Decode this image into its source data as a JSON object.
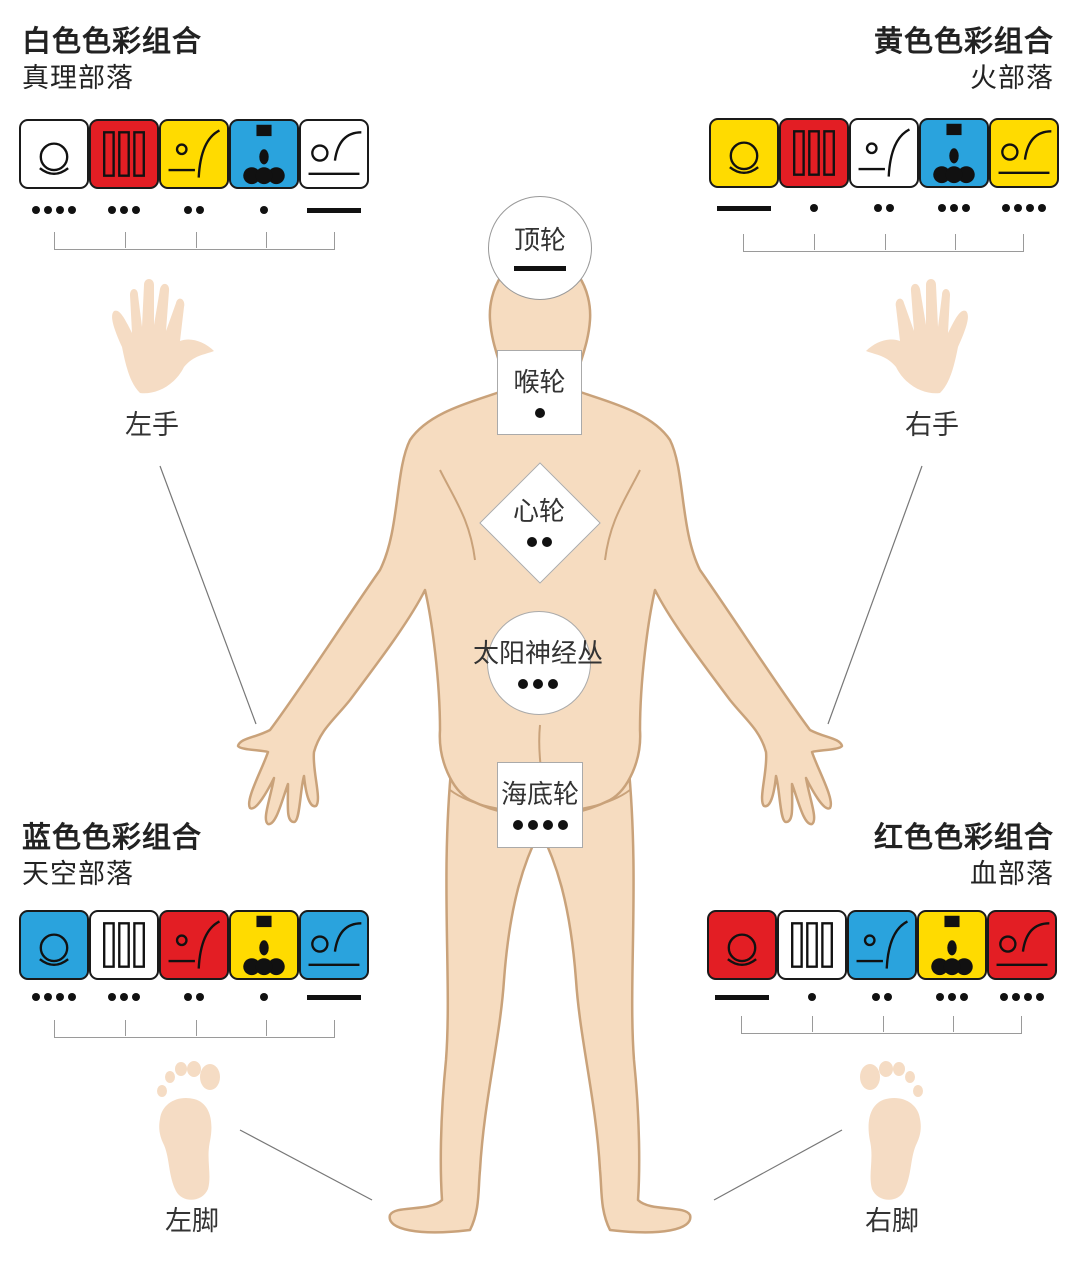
{
  "groups": {
    "white": {
      "title": "白色色彩组合",
      "subtitle": "真理部落",
      "marks": [
        4,
        3,
        2,
        1,
        5
      ],
      "colors": [
        "#ffffff",
        "#e31e24",
        "#ffdb00",
        "#2aa3dd",
        "#ffffff"
      ]
    },
    "yellow": {
      "title": "黄色色彩组合",
      "subtitle": "火部落",
      "marks": [
        5,
        1,
        2,
        3,
        4
      ],
      "colors": [
        "#ffdb00",
        "#e31e24",
        "#ffffff",
        "#2aa3dd",
        "#ffdb00"
      ]
    },
    "blue": {
      "title": "蓝色色彩组合",
      "subtitle": "天空部落",
      "marks": [
        4,
        3,
        2,
        1,
        5
      ],
      "colors": [
        "#2aa3dd",
        "#ffffff",
        "#e31e24",
        "#ffdb00",
        "#2aa3dd"
      ]
    },
    "red": {
      "title": "红色色彩组合",
      "subtitle": "血部落",
      "marks": [
        5,
        1,
        2,
        3,
        4
      ],
      "colors": [
        "#e31e24",
        "#ffffff",
        "#2aa3dd",
        "#ffdb00",
        "#e31e24"
      ]
    }
  },
  "limbs": {
    "left_hand": "左手",
    "right_hand": "右手",
    "left_foot": "左脚",
    "right_foot": "右脚"
  },
  "chakras": {
    "crown": {
      "label": "顶轮",
      "mark": 5
    },
    "throat": {
      "label": "喉轮",
      "mark": 1
    },
    "heart": {
      "label": "心轮",
      "mark": 2
    },
    "solar": {
      "label": "太阳神经丛",
      "mark": 3
    },
    "root": {
      "label": "海底轮",
      "mark": 4
    }
  },
  "skin_color": "#f6dcc0",
  "skin_outline": "#c9a27a",
  "limb_icon_color": "#f5dcc4"
}
